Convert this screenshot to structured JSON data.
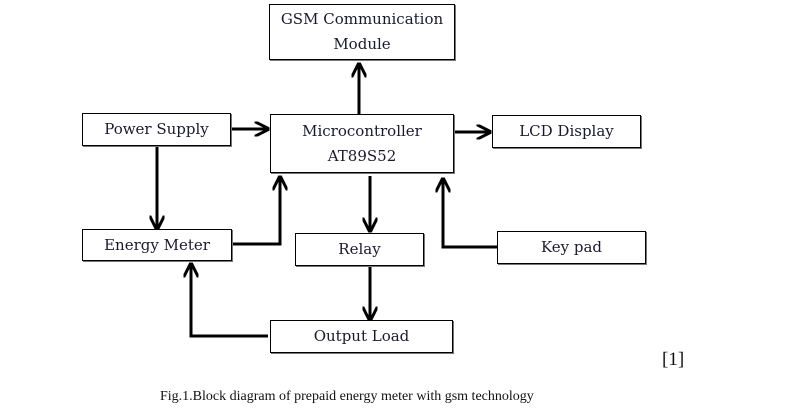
{
  "diagram": {
    "nodes": {
      "gsm": {
        "line1": "GSM Communication",
        "line2": "Module"
      },
      "power_supply": {
        "label": "Power Supply"
      },
      "microcontroller": {
        "line1": "Microcontroller",
        "line2": "AT89S52"
      },
      "lcd_display": {
        "label": "LCD Display"
      },
      "energy_meter": {
        "label": "Energy Meter"
      },
      "relay": {
        "label": "Relay"
      },
      "key_pad": {
        "label": "Key pad"
      },
      "output_load": {
        "label": "Output Load"
      }
    },
    "edges": [
      {
        "from": "Microcontroller",
        "to": "GSM Communication Module"
      },
      {
        "from": "Power Supply",
        "to": "Microcontroller"
      },
      {
        "from": "Microcontroller",
        "to": "LCD Display"
      },
      {
        "from": "Power Supply",
        "to": "Energy Meter"
      },
      {
        "from": "Energy Meter",
        "to": "Microcontroller"
      },
      {
        "from": "Microcontroller",
        "to": "Relay"
      },
      {
        "from": "Key pad",
        "to": "Microcontroller"
      },
      {
        "from": "Relay",
        "to": "Output Load"
      },
      {
        "from": "Output Load",
        "to": "Energy Meter"
      }
    ]
  },
  "reference": "[1]",
  "caption": "Fig.1.Block diagram of prepaid energy meter with gsm technology"
}
